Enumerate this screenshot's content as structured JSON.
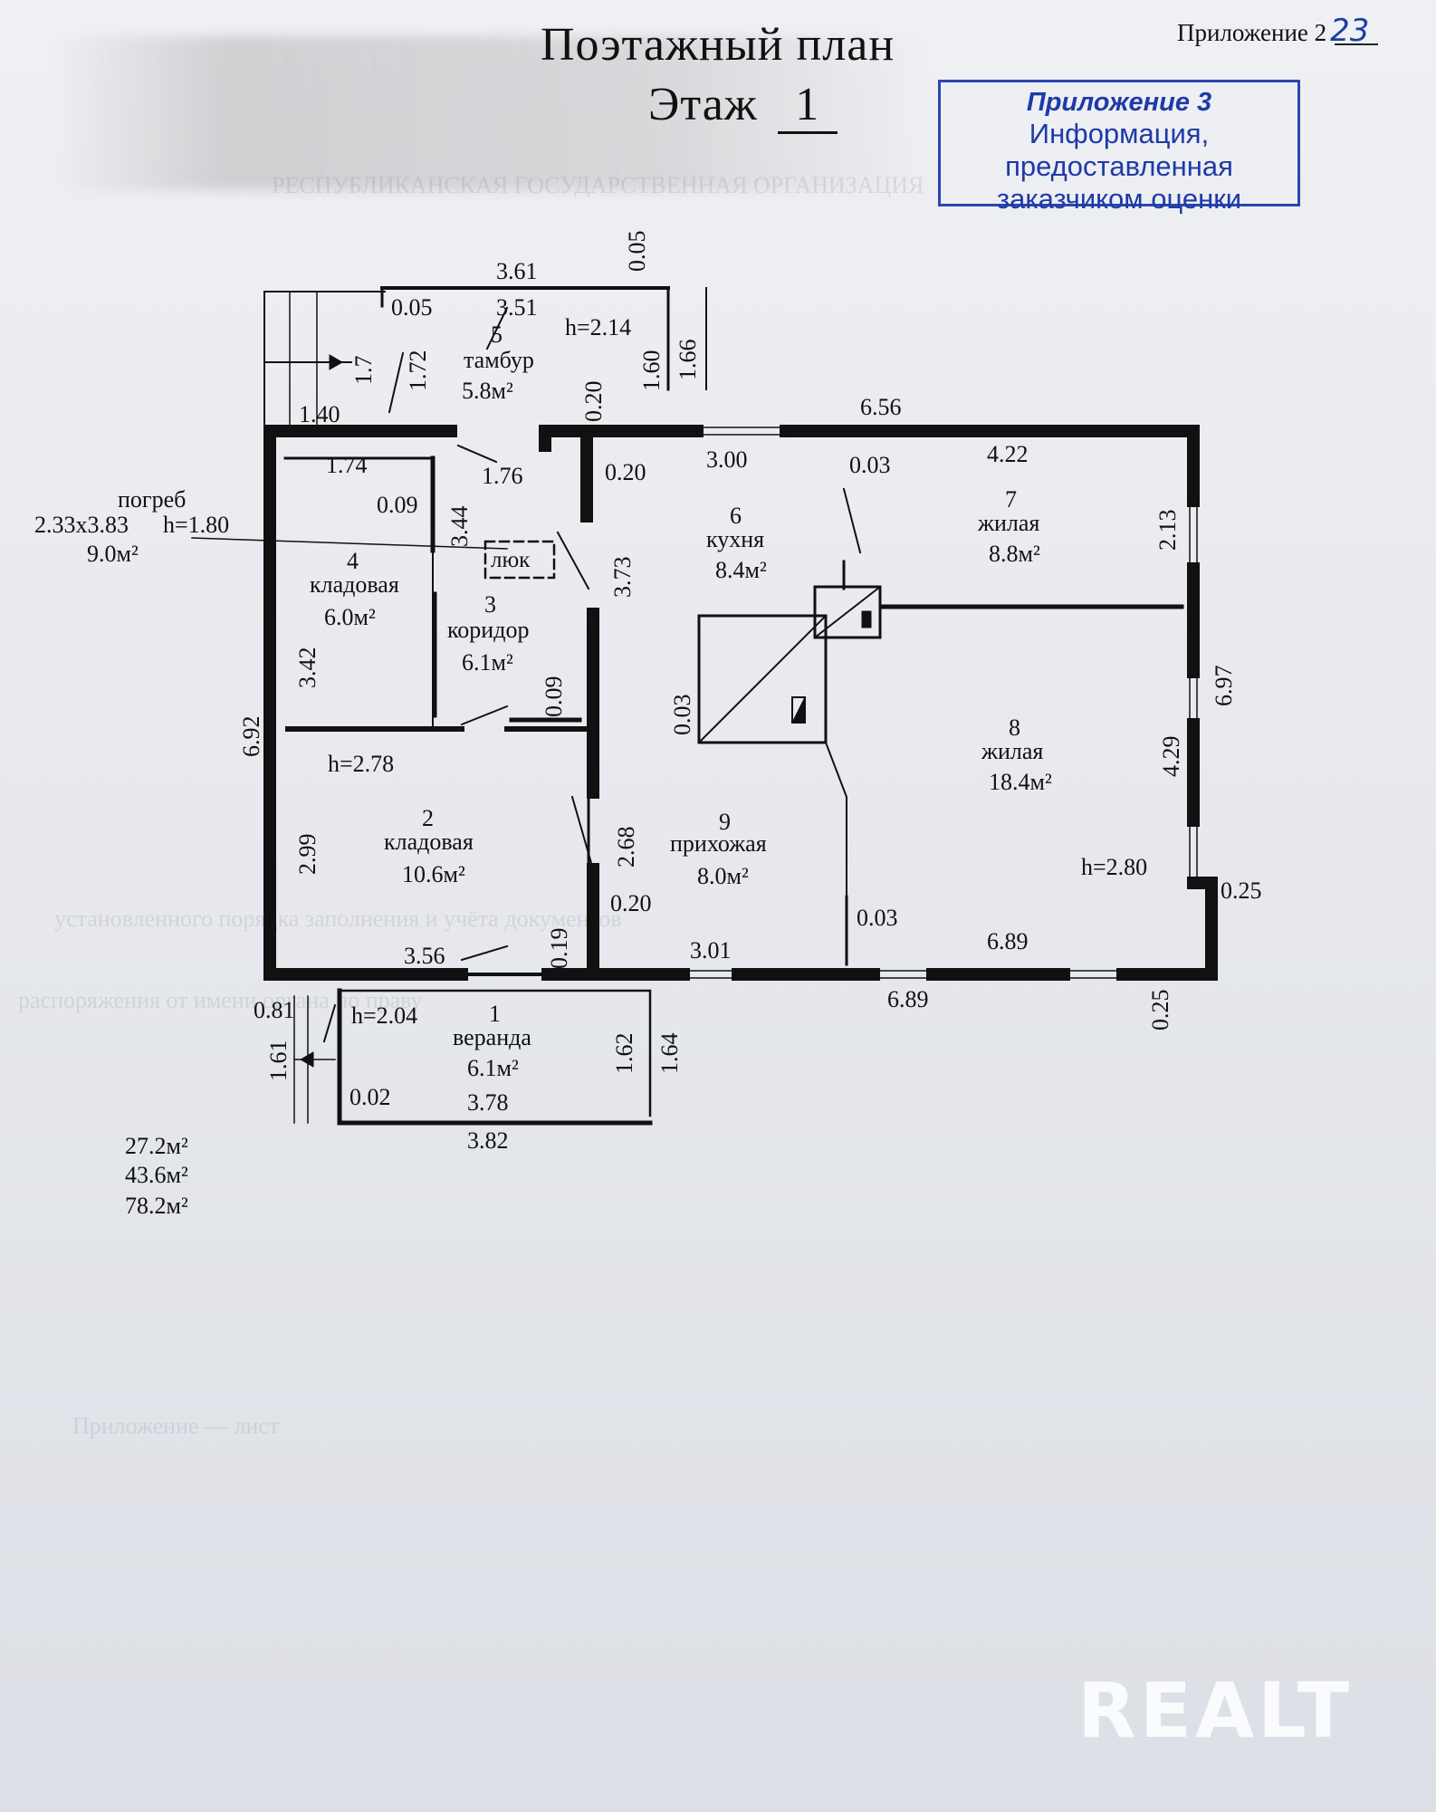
{
  "header": {
    "appendix_label": "Приложение 2",
    "appendix_page_handwritten": "23",
    "title_line1": "Поэтажный план",
    "title_floor_label": "Этаж",
    "title_floor_number": "1"
  },
  "stamp": {
    "line1": "Приложение 3",
    "line2": "Информация,",
    "line3": "предоставленная",
    "line4": "заказчиком оценки"
  },
  "rooms": {
    "veranda": {
      "number": "1",
      "name": "веранда",
      "area": "6.1м²",
      "height": "h=2.04"
    },
    "storage2": {
      "number": "2",
      "name": "кладовая",
      "area": "10.6м²",
      "height": "h=2.78"
    },
    "corridor": {
      "number": "3",
      "name": "коридор",
      "area": "6.1м²"
    },
    "storage4": {
      "number": "4",
      "name": "кладовая",
      "area": "6.0м²"
    },
    "vestibule": {
      "number": "5",
      "name": "тамбур",
      "area": "5.8м²",
      "height": "h=2.14"
    },
    "kitchen": {
      "number": "6",
      "name": "кухня",
      "area": "8.4м²"
    },
    "living7": {
      "number": "7",
      "name": "жилая",
      "area": "8.8м²"
    },
    "living8": {
      "number": "8",
      "name": "жилая",
      "area": "18.4м²",
      "height": "h=2.80"
    },
    "hallway": {
      "number": "9",
      "name": "прихожая",
      "area": "8.0м²"
    }
  },
  "cellar": {
    "name": "погреб",
    "size": "2.33x3.83",
    "height": "h=1.80",
    "area": "9.0м²",
    "hatch": "люк"
  },
  "dimensions": {
    "d_3_61": "3.61",
    "d_0_05_top": "0.05",
    "d_0_05": "0.05",
    "d_3_51": "3.51",
    "d_1_7": "1.7",
    "d_1_72": "1.72",
    "d_0_20_tambur": "0.20",
    "d_1_60": "1.60",
    "d_1_66": "1.66",
    "d_1_40": "1.40",
    "d_6_56": "6.56",
    "d_1_74": "1.74",
    "d_1_76": "1.76",
    "d_0_20_kitchen": "0.20",
    "d_3_00": "3.00",
    "d_0_03_a": "0.03",
    "d_4_22": "4.22",
    "d_0_09_a": "0.09",
    "d_3_44": "3.44",
    "d_2_13": "2.13",
    "d_3_73": "3.73",
    "d_6_97": "6.97",
    "d_3_42": "3.42",
    "d_0_09_b": "0.09",
    "d_0_03_b": "0.03",
    "d_6_92": "6.92",
    "d_4_29": "4.29",
    "d_2_99": "2.99",
    "d_2_68": "2.68",
    "d_0_20_hall": "0.20",
    "d_0_03_c": "0.03",
    "d_0_25_right": "0.25",
    "d_3_56": "3.56",
    "d_0_19": "0.19",
    "d_3_01": "3.01",
    "d_6_89_in": "6.89",
    "d_6_89_out": "6.89",
    "d_0_25_bottom": "0.25",
    "d_0_81": "0.81",
    "d_1_61": "1.61",
    "d_1_62": "1.62",
    "d_1_64": "1.64",
    "d_0_02": "0.02",
    "d_3_78": "3.78",
    "d_3_82": "3.82"
  },
  "totals": {
    "line1": "27.2м²",
    "line2": "43.6м²",
    "line3": "78.2м²"
  },
  "watermark": "REALT",
  "colors": {
    "stamp_blue": "#2b45b0",
    "ink": "#111111",
    "paper": "#e7e9ee"
  }
}
